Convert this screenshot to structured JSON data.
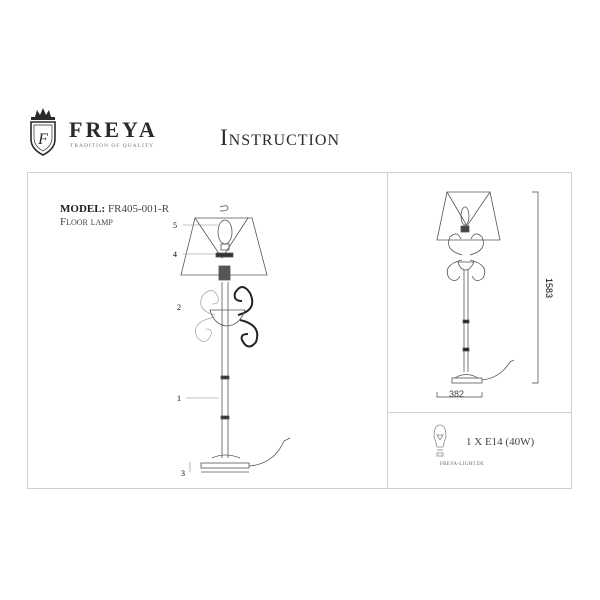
{
  "brand": {
    "name": "FREYA",
    "tagline": "TRADITION OF QUALITY",
    "crest_icon": "crown-shield-F-icon"
  },
  "header": {
    "title": "Instruction"
  },
  "product": {
    "model_label": "MODEL:",
    "model_number": "FR405-001-R",
    "type": "Floor lamp"
  },
  "diagram": {
    "callouts": [
      {
        "number": "5",
        "part": "bulb"
      },
      {
        "number": "4",
        "part": "shade holder"
      },
      {
        "number": "2",
        "part": "arms"
      },
      {
        "number": "1",
        "part": "pole"
      },
      {
        "number": "3",
        "part": "base"
      }
    ]
  },
  "dimensions": {
    "height": "1583",
    "width": "382"
  },
  "bulb_spec": {
    "icon": "light-bulb-icon",
    "text": "1 X E14 (40W)"
  },
  "footer": {
    "website": "FREYA-LIGHT.DE"
  },
  "colors": {
    "frame": "#cfcfcf",
    "ink": "#2a2a2a"
  }
}
